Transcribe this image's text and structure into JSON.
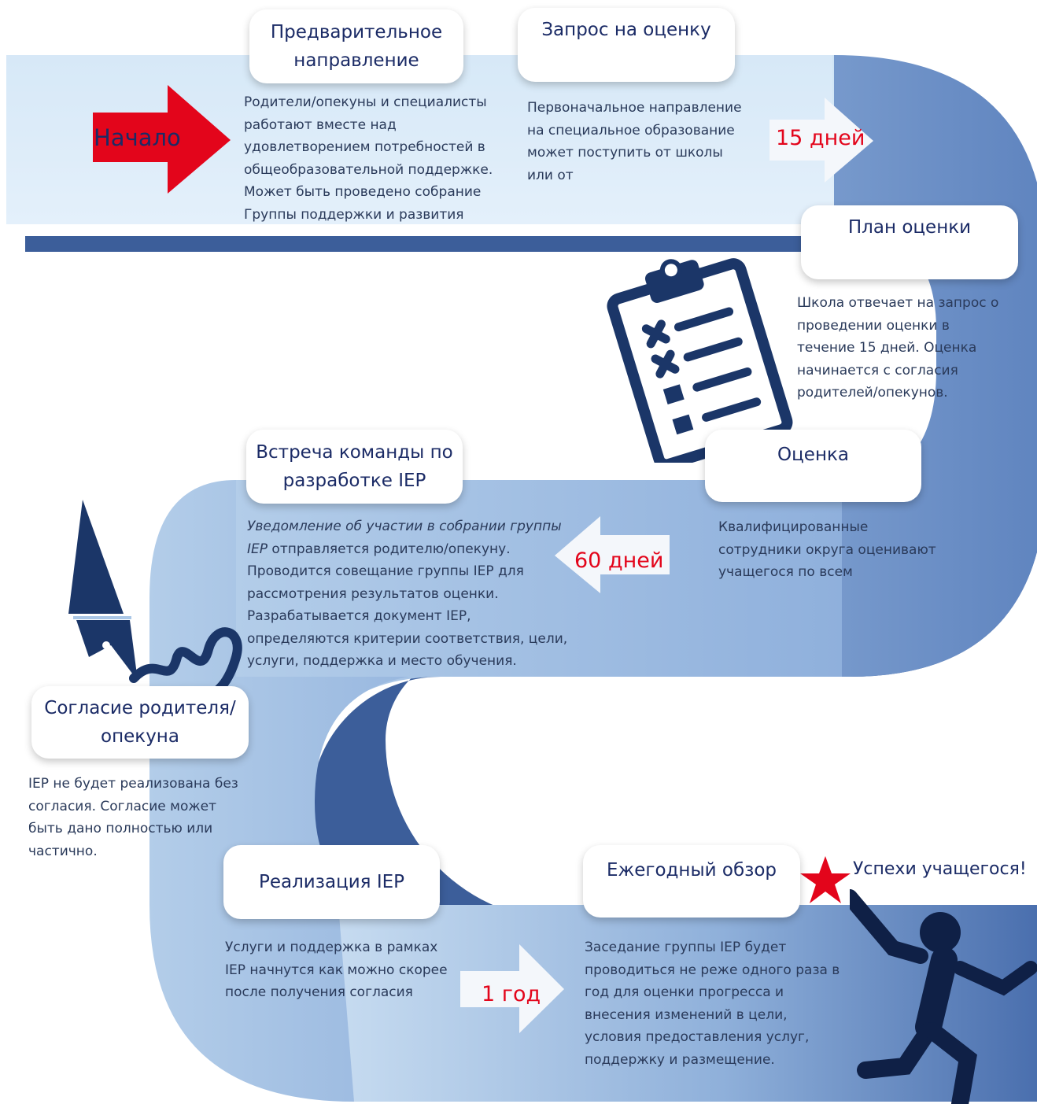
{
  "start_label": "Начало",
  "steps": {
    "pre_referral": {
      "title": "Предварительное направление",
      "desc": "Родители/опекуны и специалисты работают вместе над удовлетворением потребностей в общеобразовательной поддержке. Может быть проведено собрание Группы поддержки и развития"
    },
    "eval_request": {
      "title": "Запрос на оценку",
      "desc": "Первоначальное направление на специальное образование может поступить от школы или от"
    },
    "eval_plan": {
      "title": "План оценки",
      "desc": "Школа отвечает на запрос о проведении оценки в течение 15 дней. Оценка начинается с согласия родителей/опекунов."
    },
    "evaluation": {
      "title": "Оценка",
      "desc": "Квалифицированные сотрудники округа оценивают учащегося по всем"
    },
    "iep_meeting": {
      "title": "Встреча команды по разработке IEP",
      "desc_italic": "Уведомление об участии в собрании группы IEP",
      "desc_rest": " отправляется родителю/опекуну. Проводится совещание группы IEP для рассмотрения результатов оценки. Разрабатывается документ IEP, определяются критерии соответствия, цели, услуги, поддержка и место обучения."
    },
    "consent": {
      "title": "Согласие родителя/опекуна",
      "desc": "IEP не будет реализована без согласия. Согласие может быть дано полностью или частично."
    },
    "implementation": {
      "title": "Реализация IEP",
      "desc": "Услуги и поддержка в рамках IEP начнутся как можно скорее после получения согласия"
    },
    "annual_review": {
      "title": "Ежегодный обзор",
      "desc": "Заседание группы IEP будет проводиться не реже одного раза в год для оценки прогресса и внесения изменений в цели, условия предоставления услуг, поддержку и размещение."
    }
  },
  "timeframes": {
    "days_15": "15 дней",
    "days_60": "60 дней",
    "year_1": "1 год"
  },
  "success_label": "Успехи учащегося!",
  "colors": {
    "path_light": "#d6e8f7",
    "path_mid": "#a9c6e6",
    "path_dark": "#3c5e9a",
    "navy": "#1b3668",
    "red": "#e3051b"
  },
  "icons": [
    "start-arrow-icon",
    "clipboard-icon",
    "fountain-pen-icon",
    "star-icon",
    "runner-icon",
    "timeframe-arrow-icon"
  ]
}
